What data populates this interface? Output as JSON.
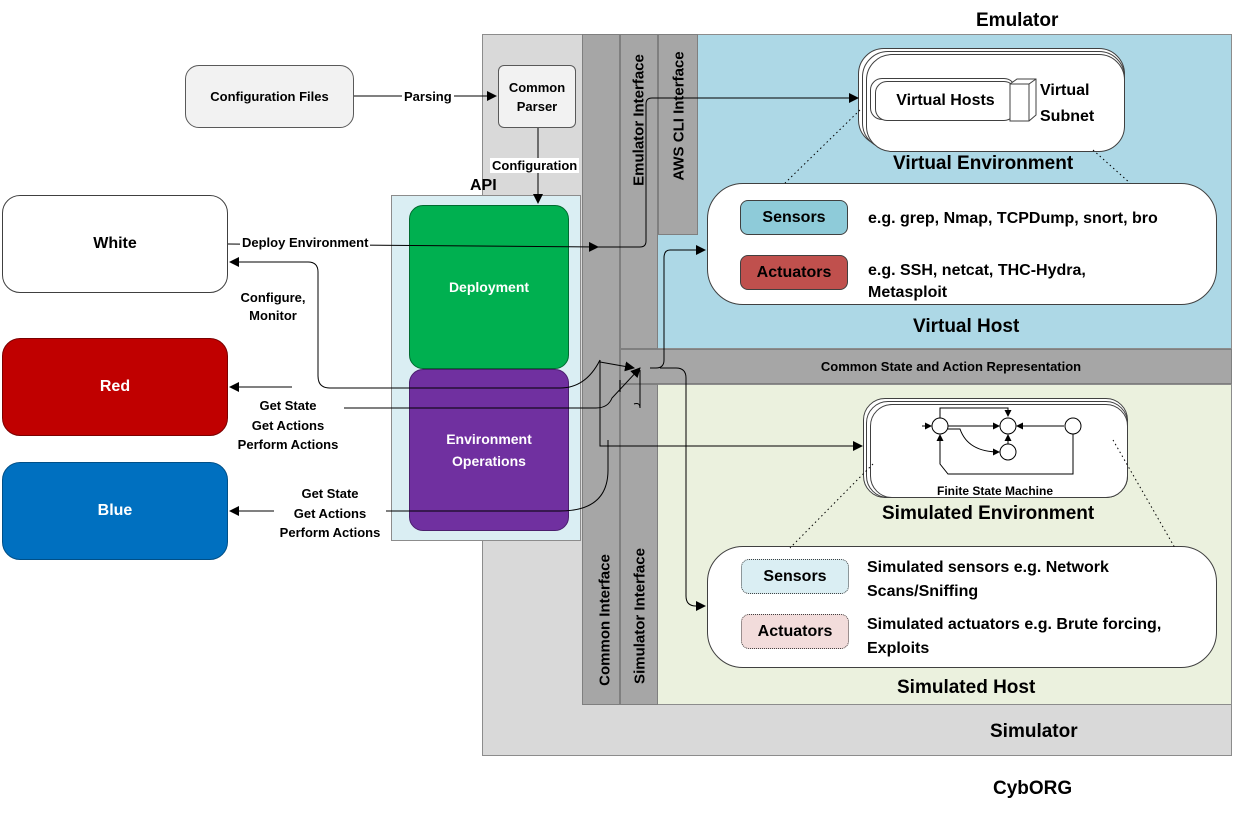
{
  "labels": {
    "emulator": "Emulator",
    "simulator": "Simulator",
    "cyborg": "CybORG",
    "api": "API",
    "config_files": "Configuration Files",
    "parsing": "Parsing",
    "common_parser": "Common Parser",
    "configuration": "Configuration",
    "white": "White",
    "red": "Red",
    "blue": "Blue",
    "deploy_environment": "Deploy Environment",
    "configure_monitor": "Configure, Monitor",
    "red_actions": "Get State\nGet Actions\nPerform Actions",
    "blue_actions": "Get State\nGet Actions\nPerform Actions",
    "deployment": "Deployment",
    "environment_operations": "Environment Operations",
    "emulator_interface": "Emulator Interface",
    "aws_cli_interface": "AWS CLI Interface",
    "common_interface": "Common Interface",
    "simulator_interface": "Simulator Interface",
    "common_state": "Common State and Action Representation",
    "virtual_hosts": "Virtual Hosts",
    "virtual_subnet": "Virtual Subnet",
    "virtual_environment": "Virtual Environment",
    "sensors": "Sensors",
    "actuators": "Actuators",
    "sensors_examples": "e.g. grep, Nmap, TCPDump, snort, bro",
    "actuators_examples": "e.g. SSH, netcat, THC-Hydra, Metasploit",
    "virtual_host": "Virtual Host",
    "finite_state_machine": "Finite State Machine",
    "simulated_environment": "Simulated Environment",
    "sim_sensors": "Sensors",
    "sim_actuators": "Actuators",
    "sim_sensors_examples": "Simulated sensors e.g. Network Scans/Sniffing",
    "sim_actuators_examples": "Simulated actuators e.g. Brute forcing, Exploits",
    "simulated_host": "Simulated Host"
  },
  "colors": {
    "red_agent": "#c00000",
    "blue_agent": "#0070c0",
    "deployment": "#00b050",
    "environment_operations": "#7030a0",
    "emulator_bg": "#add8e6",
    "simulator_bg": "#ebf1de",
    "api_bg": "#daeef3",
    "interface_gray": "#a6a6a6",
    "outer_gray": "#d9d9d9"
  }
}
